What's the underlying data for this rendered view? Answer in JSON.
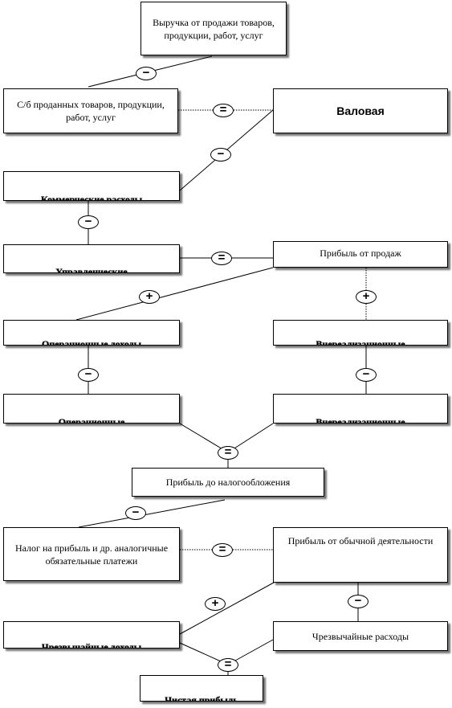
{
  "boxes": {
    "revenue": "Выручка от продажи товаров, продукции, работ, услуг",
    "cost_of_sales": "С/б проданных товаров, продукции, работ, услуг",
    "gross": "Валовая",
    "commercial_expenses": "Коммерческие расходы",
    "management_expenses": "Управленческие",
    "sales_profit": "Прибыль от продаж",
    "operating_income": "Операционные доходы",
    "nonoperating_income": "Внереализационные",
    "operating_expenses": "Операционные",
    "nonoperating_expenses": "Внереализационные",
    "pretax_profit": "Прибыль до налогообложения",
    "income_tax": "Налог на прибыль и др. аналогичные обязательные платежи",
    "ordinary_profit": "Прибыль от обычной деятельности",
    "extraordinary_income": "Чрезвычайные доходы",
    "extraordinary_expenses": "Чрезвычайные расходы",
    "net_profit": "Чистая прибыль"
  },
  "operators": {
    "minus": "−",
    "equals": "=",
    "plus": "+"
  }
}
